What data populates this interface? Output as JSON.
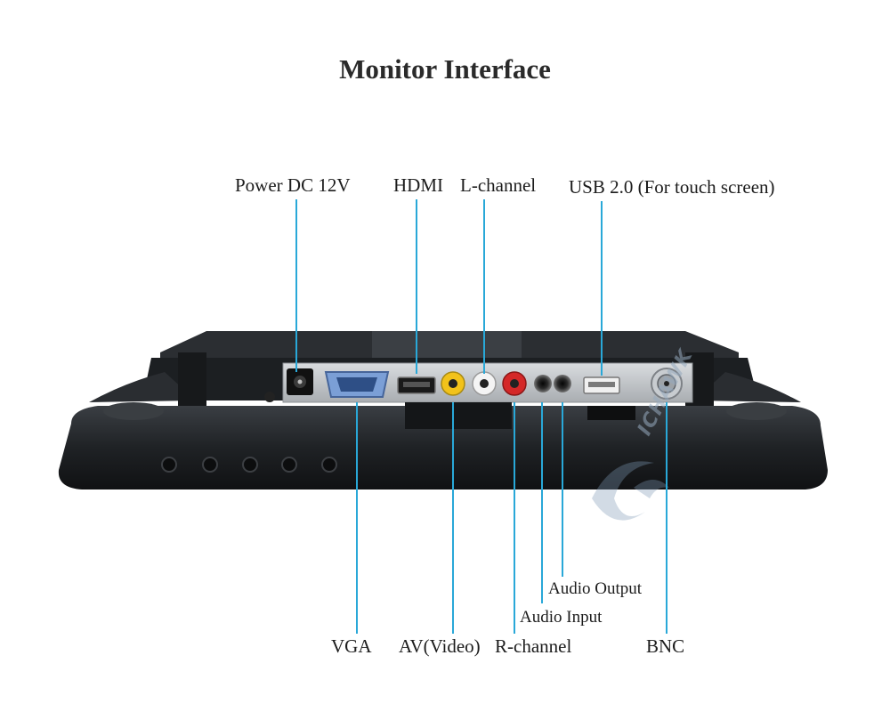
{
  "title": "Monitor Interface",
  "watermark": {
    "brand": "ICHAWK"
  },
  "labels": {
    "power": "Power DC 12V",
    "hdmi": "HDMI",
    "l_channel": "L-channel",
    "usb": "USB 2.0 (For touch screen)",
    "vga": "VGA",
    "av_video": "AV(Video)",
    "r_channel": "R-channel",
    "audio_input": "Audio Input",
    "audio_output": "Audio Output",
    "bnc": "BNC"
  },
  "colors": {
    "leader_line": "#29a8d8",
    "housing": "#1e2124",
    "panel": "#c9cccf",
    "rca_yellow": "#f2c21a",
    "rca_white": "#f4f4f4",
    "rca_red": "#d42828"
  }
}
